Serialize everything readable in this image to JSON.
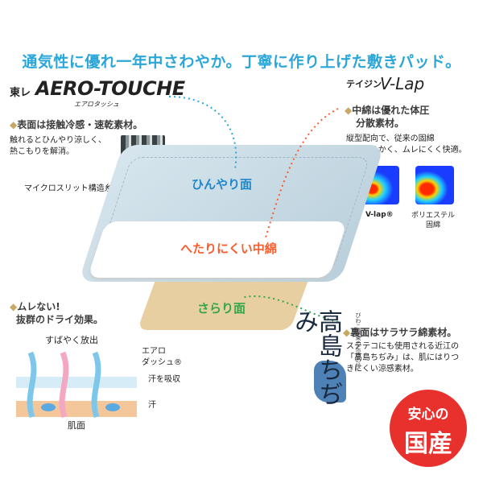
{
  "headline": "通気性に優れ一年中さわやか。丁寧に作り上げた敷きパッド。",
  "aero": {
    "maker": "東レ",
    "name": "AERO-TOUCHE",
    "name_kana": "エアロタッシュ",
    "feature": "表面は接触冷感・速乾素材。",
    "desc_line1": "触れるとひんやり涼しく、",
    "desc_line2": "熱こもりを解消。",
    "micro_label": "マイクロスリット構造糸"
  },
  "vlap": {
    "maker": "テイジン",
    "name": "V-Lap",
    "feature_line1": "中綿は優れた体圧",
    "feature_line2": "分散素材。",
    "desc_line1": "縦型配向で、従来の固綿",
    "desc_line2": "より柔らかく、ムレにくく快適。",
    "heat_label_1": "V-lap®",
    "heat_label_2_line1": "ポリエステル",
    "heat_label_2_line2": "固綿"
  },
  "pad_labels": {
    "top": "ひんやり面",
    "middle": "へたりにくい中綿",
    "bottom": "さらり面"
  },
  "dry": {
    "feature_line1": "ムレない!",
    "feature_line2": "抜群のドライ効果。",
    "quick_release": "すばやく放出",
    "aerodash_line1": "エアロ",
    "aerodash_line2": "ダッシュ®",
    "absorb": "汗を吸収",
    "sweat": "汗",
    "skin": "肌面"
  },
  "takashima": {
    "logo_text": "高島ちぢみ",
    "sub_text": "びわこ湖東の伝統の技"
  },
  "back": {
    "feature": "裏面はサラサラ綿素材。",
    "desc_line1": "ステテコにも使用される近江の",
    "desc_line2": "「高島ちぢみ」は、肌にはりつ",
    "desc_line3": "きにくい涼感素材。"
  },
  "badge": {
    "line1": "安心の",
    "line2": "国産"
  },
  "colors": {
    "headline": "#2aa7d8",
    "cool": "#2088c8",
    "middle": "#ff5a2a",
    "back": "#31a74a",
    "badge": "#e8312c"
  }
}
